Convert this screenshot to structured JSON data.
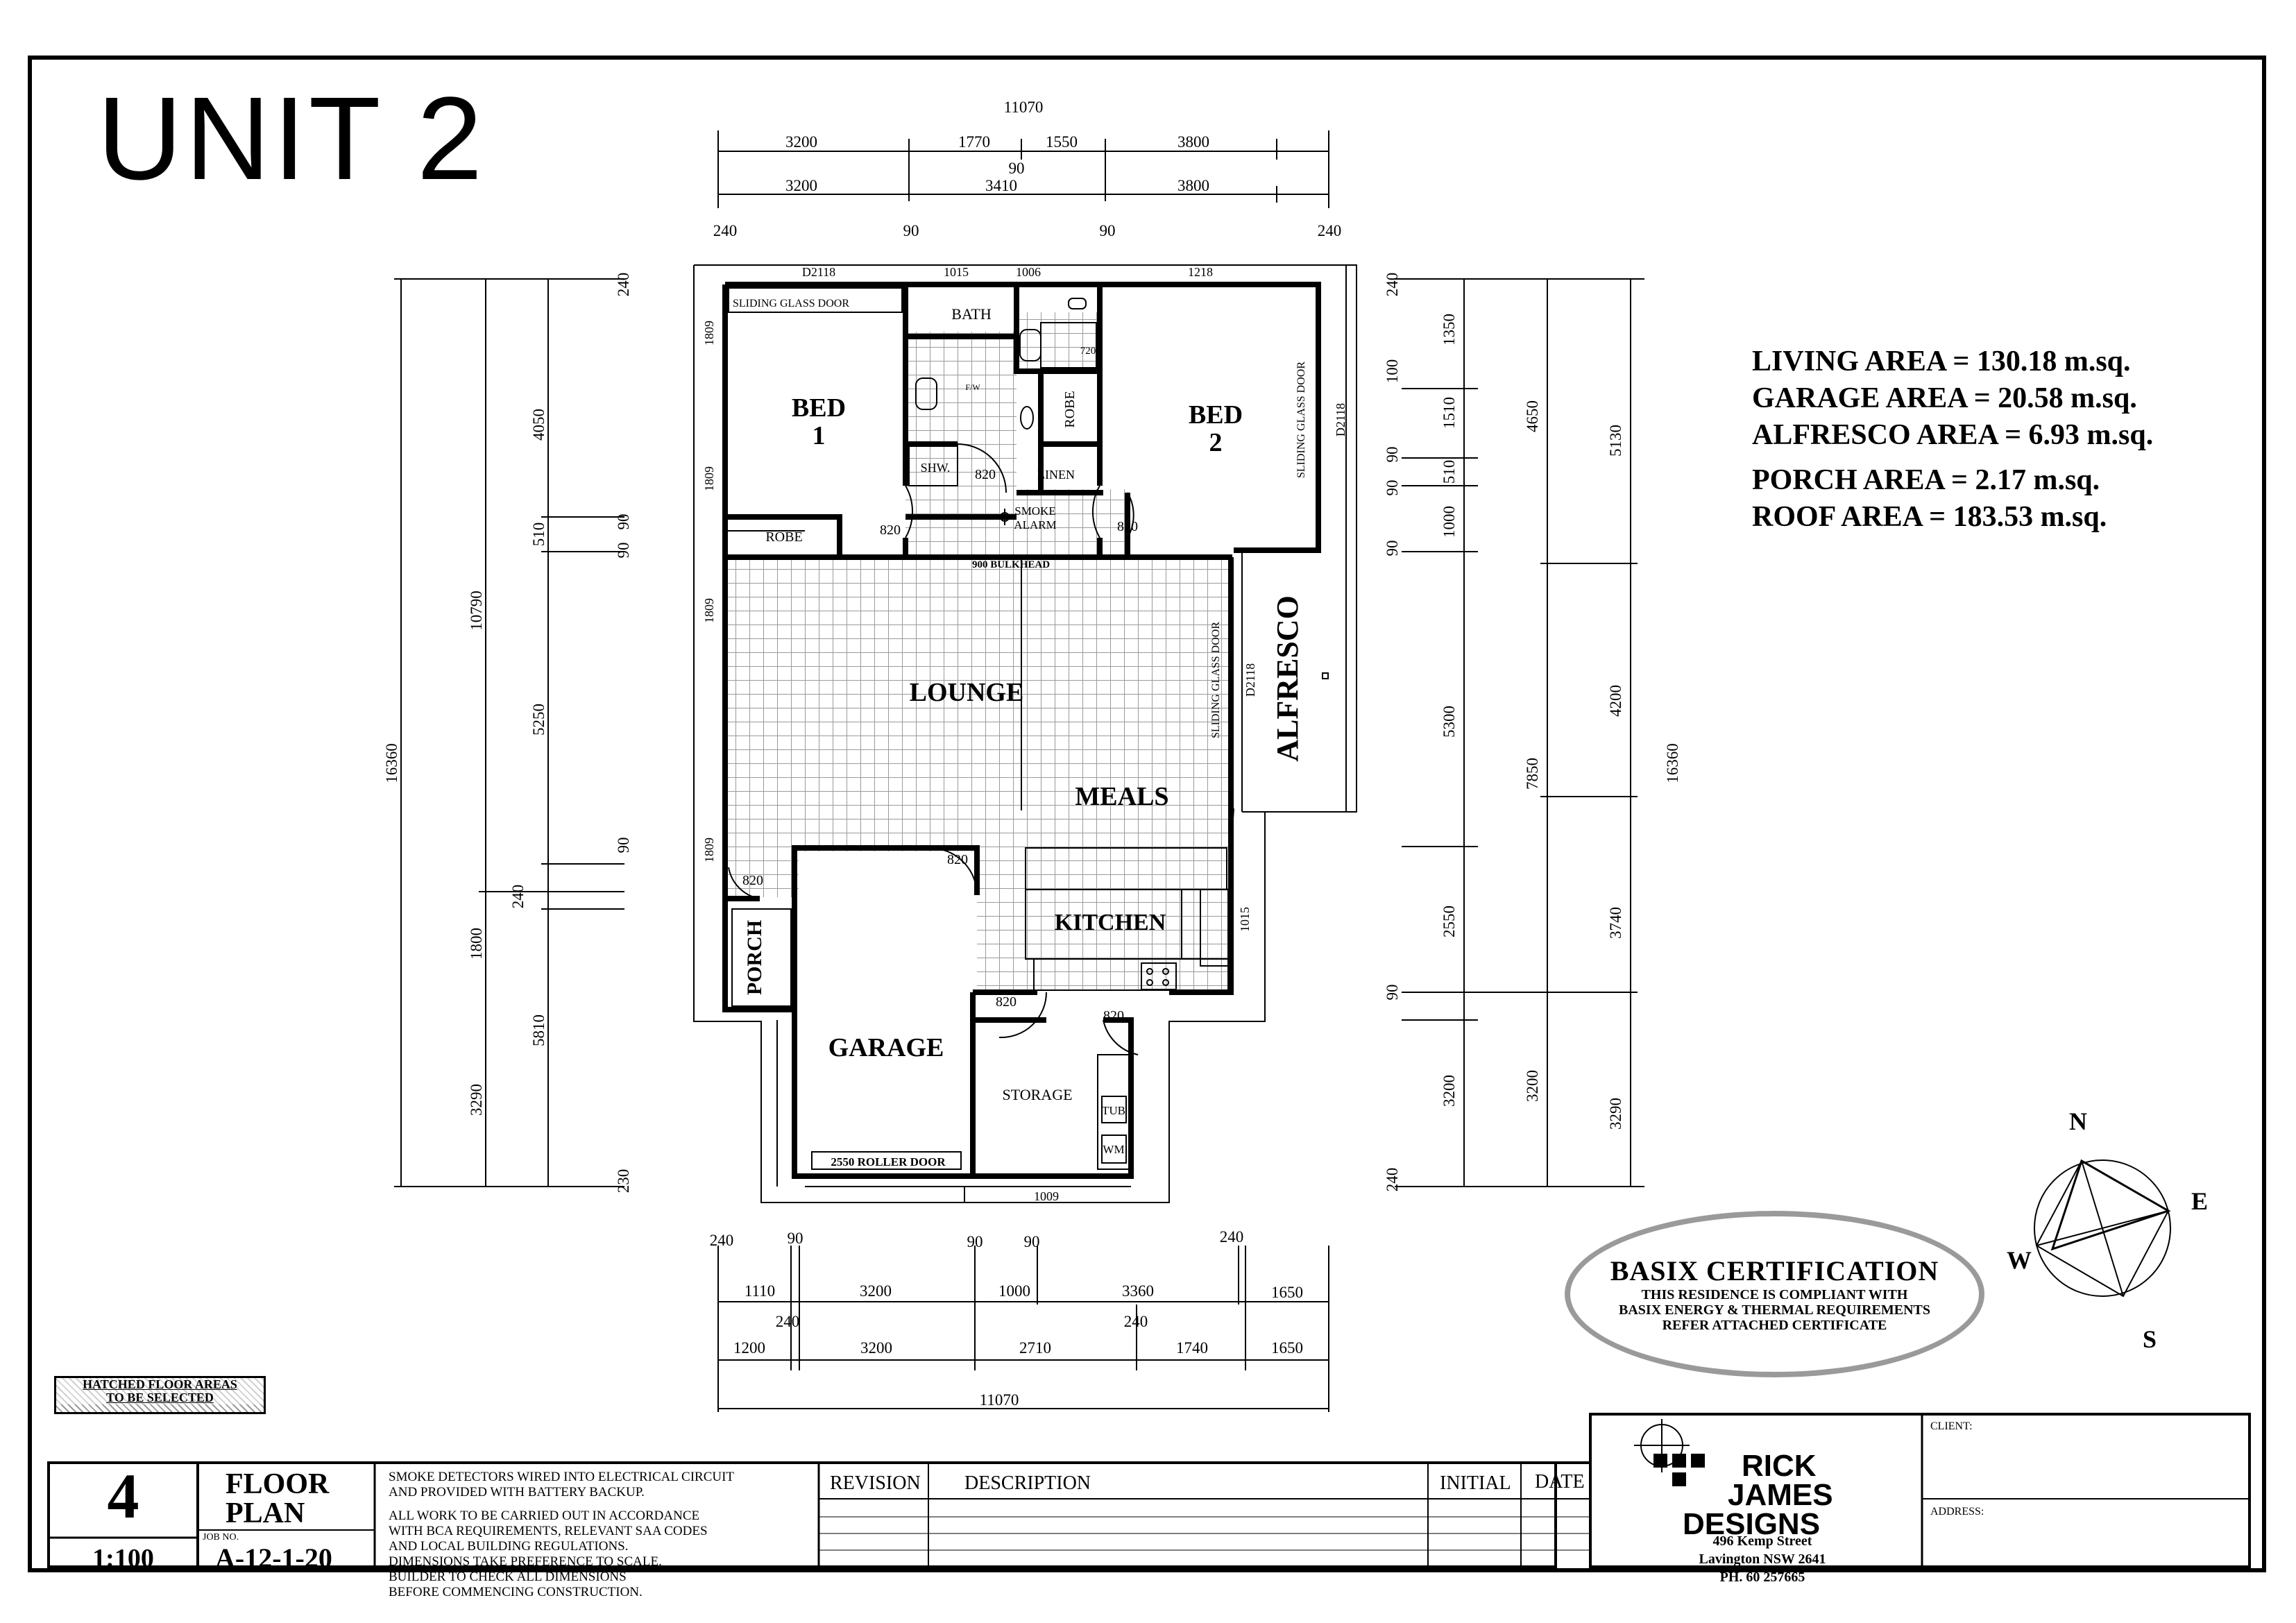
{
  "unit_title": "UNIT 2",
  "dimensions": {
    "top": {
      "overall": "11070",
      "r1": [
        "3200",
        "1770",
        "1550",
        "3800"
      ],
      "r1_mid": "90",
      "r2": [
        "3200",
        "3410",
        "3800"
      ],
      "r3": [
        "240",
        "90",
        "90",
        "240"
      ]
    },
    "bottom": {
      "r1": [
        "240",
        "90",
        "90",
        "90",
        "240"
      ],
      "r2": [
        "1110",
        "3200",
        "1000",
        "3360",
        "1650"
      ],
      "r3_mid": [
        "240",
        "240"
      ],
      "r4": [
        "1200",
        "3200",
        "2710",
        "1740",
        "1650"
      ],
      "overall": "11070"
    },
    "left": {
      "outer": "16360",
      "mid": [
        "10790",
        "1800",
        "3290"
      ],
      "inner": [
        "4050",
        "510",
        "5250",
        "90",
        "240",
        "5810"
      ],
      "small": [
        "240",
        "90",
        "90",
        "230"
      ]
    },
    "right": {
      "a": [
        "240",
        "100",
        "90",
        "90",
        "90",
        "90",
        "240"
      ],
      "b": [
        "1350",
        "1510",
        "510",
        "1000",
        "5300",
        "2550",
        "3200"
      ],
      "c": [
        "4650",
        "7850",
        "3200"
      ],
      "d": [
        "5130",
        "4200",
        "3740",
        "3290"
      ],
      "outer": "16360"
    }
  },
  "rooms": {
    "bed1": [
      "BED",
      "1"
    ],
    "bed2": [
      "BED",
      "2"
    ],
    "bath": "BATH",
    "shw": "SHW.",
    "robe_v": "ROBE",
    "robe_h": "ROBE",
    "linen": "LINEN",
    "smoke": [
      "SMOKE",
      "ALARM"
    ],
    "lounge": "LOUNGE",
    "meals": "MEALS",
    "kitchen": "KITCHEN",
    "garage": "GARAGE",
    "storage": "STORAGE",
    "porch": "PORCH",
    "alfresco": "ALFRESCO",
    "tub": "TUB",
    "wm": "WM",
    "fw": "F/W",
    "wc_dim": "720"
  },
  "door_labels": {
    "sgd_top": "SLIDING GLASS DOOR",
    "sgd_bed2": "SLIDING GLASS DOOR",
    "sgd_lounge": "SLIDING GLASS DOOR",
    "d2118_top": "D2118",
    "d2118_bed2": "D2118",
    "d2118_lounge": "D2118",
    "w1015": "1015",
    "w1006": "1006",
    "w1218": "1218",
    "w1809_a": "1809",
    "w1809_b": "1809",
    "w1809_c": "1809",
    "w1809_d": "1809",
    "w1015_k": "1015",
    "w1009": "1009",
    "d820_shw": "820",
    "d820_bed1": "820",
    "d820_bed2": "820",
    "d820_porch": "820",
    "d820_garage": "820",
    "d820_storage": "820",
    "d820_laundry": "820",
    "bulkhead": "900 BULKHEAD",
    "roller": "2550 ROLLER DOOR"
  },
  "areas": [
    "LIVING AREA = 130.18 m.sq.",
    "GARAGE  AREA = 20.58 m.sq.",
    "ALFRESCO AREA = 6.93 m.sq.",
    "PORCH AREA = 2.17 m.sq.",
    "ROOF AREA = 183.53 m.sq."
  ],
  "compass": {
    "n": "N",
    "e": "E",
    "s": "S",
    "w": "W"
  },
  "basix": {
    "title": "BASIX CERTIFICATION",
    "lines": [
      "THIS RESIDENCE IS COMPLIANT WITH",
      "BASIX ENERGY & THERMAL REQUIREMENTS",
      "REFER ATTACHED CERTIFICATE"
    ]
  },
  "hatched_note": [
    "HATCHED FLOOR AREAS",
    "TO BE SELECTED"
  ],
  "title_block": {
    "sheet_no": "4",
    "scale": "1:100",
    "drawing_title": [
      "FLOOR",
      "PLAN"
    ],
    "job_label": "JOB NO.",
    "job_no": "A-12-1-20",
    "notes": [
      "SMOKE DETECTORS WIRED INTO ELECTRICAL CIRCUIT",
      "AND PROVIDED WITH BATTERY BACKUP.",
      "",
      "ALL WORK TO BE CARRIED OUT IN ACCORDANCE",
      "WITH BCA REQUIREMENTS, RELEVANT SAA CODES",
      "AND LOCAL BUILDING REGULATIONS.",
      "DIMENSIONS TAKE PREFERENCE TO SCALE.",
      "BUILDER TO CHECK ALL DIMENSIONS",
      "BEFORE COMMENCING CONSTRUCTION."
    ],
    "revision": "REVISION",
    "description": "DESCRIPTION",
    "initial": "INITIAL",
    "date": "DATE",
    "company": [
      "RICK",
      "JAMES",
      "DESIGNS"
    ],
    "address": [
      "496 Kemp Street",
      "Lavington  NSW 2641",
      "PH. 60 257665"
    ],
    "client_label": "CLIENT:",
    "address_label": "ADDRESS:"
  }
}
